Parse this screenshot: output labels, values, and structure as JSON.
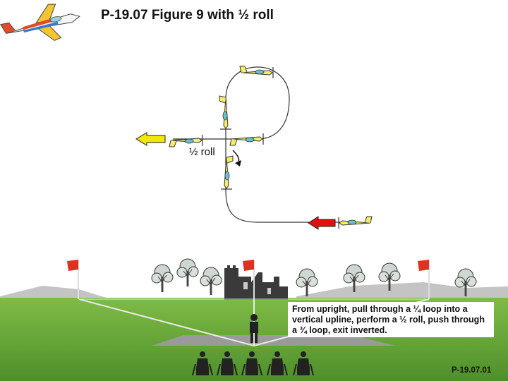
{
  "title": "P-19.07 Figure 9 with ½ roll",
  "roll_label": "½ roll",
  "description": "From upright, pull through a ¼ loop into a vertical upline, perform a ½ roll, push through a ¾ loop, exit inverted.",
  "figure_code": "P-19.07.01",
  "colors": {
    "entry_arrow": "#e01010",
    "exit_arrow": "#f0e800",
    "plane_body": "#f4ee6a",
    "flag": "#e03020",
    "sky": "#ffffff",
    "grass": "#6faa3a",
    "mountain": "#bdbdbd"
  },
  "icons": [
    "aerobatic-plane-icon",
    "plane-icon",
    "flag-icon",
    "tree-icon",
    "castle-icon",
    "pilot-icon",
    "judge-icon"
  ]
}
